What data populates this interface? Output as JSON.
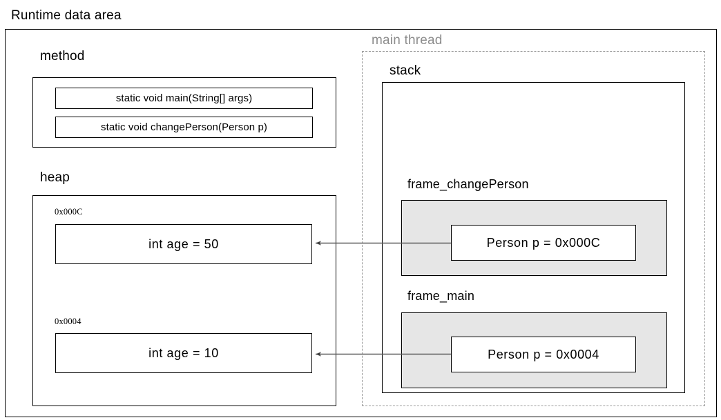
{
  "diagram": {
    "title": "Runtime data area",
    "thread_label": "main thread",
    "colors": {
      "stroke": "#000000",
      "dashed_stroke": "#9a9a9a",
      "frame_fill": "#e6e6e6",
      "thread_text": "#8c8c8c",
      "arrow": "#4d4d4d",
      "background": "#ffffff"
    },
    "method_area": {
      "label": "method",
      "methods": [
        {
          "signature": "static void main(String[] args)"
        },
        {
          "signature": "static void changePerson(Person p)"
        }
      ]
    },
    "heap_area": {
      "label": "heap",
      "objects": [
        {
          "address": "0x000C",
          "content": "int age  =  50"
        },
        {
          "address": "0x0004",
          "content": "int age  =  10"
        }
      ]
    },
    "stack_area": {
      "label": "stack",
      "frames": [
        {
          "name": "frame_changePerson",
          "variable": "Person p  =  0x000C"
        },
        {
          "name": "frame_main",
          "variable": "Person p  =  0x0004"
        }
      ]
    },
    "references": [
      {
        "from": "frame_changePerson.p",
        "to": "heap.0x000C"
      },
      {
        "from": "frame_main.p",
        "to": "heap.0x0004"
      }
    ]
  }
}
